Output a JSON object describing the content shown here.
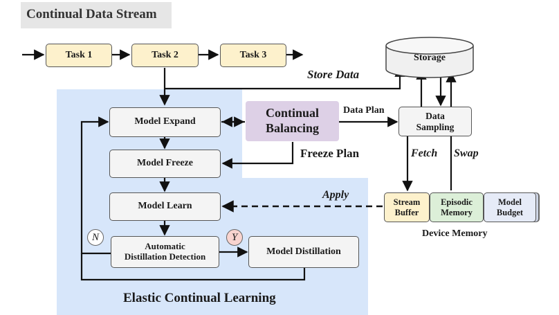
{
  "header": {
    "title": "Continual Data Stream"
  },
  "tasks": [
    "Task 1",
    "Task 2",
    "Task 3"
  ],
  "storage": {
    "label": "Storage"
  },
  "edges": {
    "store_data": "Store Data",
    "data_plan": "Data Plan",
    "freeze_plan": "Freeze Plan",
    "fetch": "Fetch",
    "swap": "Swap",
    "apply": "Apply"
  },
  "pipeline": {
    "model_expand": "Model Expand",
    "model_freeze": "Model Freeze",
    "model_learn": "Model Learn",
    "auto_detect_line1": "Automatic",
    "auto_detect_line2": "Distillation Detection",
    "model_distillation": "Model Distillation",
    "no_badge": "N",
    "yes_badge": "Y",
    "region_title": "Elastic Continual Learning"
  },
  "balancing": {
    "line1": "Continual",
    "line2": "Balancing"
  },
  "sampling": {
    "line1": "Data",
    "line2": "Sampling"
  },
  "device_memory": {
    "caption": "Device Memory",
    "stream_buffer_line1": "Stream",
    "stream_buffer_line2": "Buffer",
    "episodic_line1": "Episodic",
    "episodic_line2": "Memory",
    "budget_line1": "Model",
    "budget_line2": "Budget"
  },
  "colors": {
    "task_fill": "#fdf1cc",
    "process_fill": "#f4f4f4",
    "balancing_fill": "#ddd0e6",
    "elastic_region": "#d7e6fa",
    "stream_buffer_fill": "#fdf1cc",
    "episodic_fill": "#dcefd8",
    "budget_fill": "#e6ebf7",
    "yes_badge_fill": "#f9d4cf"
  }
}
